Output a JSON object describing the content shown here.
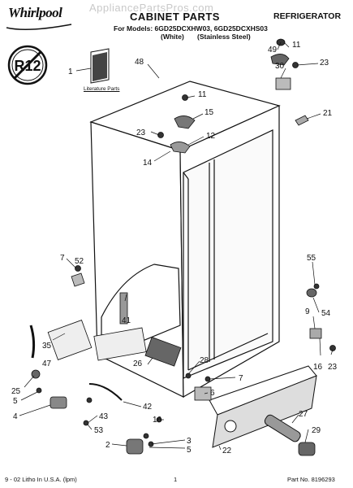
{
  "watermark": "AppliancePartsPros.com",
  "brand": "Whirlpool",
  "title": "CABINET PARTS",
  "category": "REFRIGERATOR",
  "models_line": "For Models: 6GD25DCXHW03, 6GD25DCXHS03",
  "models_white": "(White)",
  "models_steel": "(Stainless Steel)",
  "badge": "R12",
  "literature_label": "Literature Parts",
  "footer": {
    "left": "9 - 02 Litho In U.S.A. (lpm)",
    "page": "1",
    "part_no": "Part No. 8196293"
  },
  "callouts": [
    {
      "id": "c1",
      "text": "1"
    },
    {
      "id": "c48",
      "text": "48"
    },
    {
      "id": "c49",
      "text": "49"
    },
    {
      "id": "c11a",
      "text": "11"
    },
    {
      "id": "c30",
      "text": "30"
    },
    {
      "id": "c23a",
      "text": "23"
    },
    {
      "id": "c11b",
      "text": "11"
    },
    {
      "id": "c15",
      "text": "15"
    },
    {
      "id": "c21",
      "text": "21"
    },
    {
      "id": "c23b",
      "text": "23"
    },
    {
      "id": "c12",
      "text": "12"
    },
    {
      "id": "c14",
      "text": "14"
    },
    {
      "id": "c7a",
      "text": "7"
    },
    {
      "id": "c52",
      "text": "52"
    },
    {
      "id": "c55",
      "text": "55"
    },
    {
      "id": "c41",
      "text": "41"
    },
    {
      "id": "c54",
      "text": "54"
    },
    {
      "id": "c9",
      "text": "9"
    },
    {
      "id": "c35",
      "text": "35"
    },
    {
      "id": "c47",
      "text": "47"
    },
    {
      "id": "c26",
      "text": "26"
    },
    {
      "id": "c28",
      "text": "28"
    },
    {
      "id": "c16a",
      "text": "16"
    },
    {
      "id": "c23c",
      "text": "23"
    },
    {
      "id": "c7b",
      "text": "7"
    },
    {
      "id": "c25",
      "text": "25"
    },
    {
      "id": "c6",
      "text": "6"
    },
    {
      "id": "c5a",
      "text": "5"
    },
    {
      "id": "c42",
      "text": "42"
    },
    {
      "id": "c4",
      "text": "4"
    },
    {
      "id": "c16b",
      "text": "16"
    },
    {
      "id": "c43",
      "text": "43"
    },
    {
      "id": "c27",
      "text": "27"
    },
    {
      "id": "c53",
      "text": "53"
    },
    {
      "id": "c3",
      "text": "3"
    },
    {
      "id": "c29",
      "text": "29"
    },
    {
      "id": "c2",
      "text": "2"
    },
    {
      "id": "c5b",
      "text": "5"
    },
    {
      "id": "c22",
      "text": "22"
    }
  ]
}
